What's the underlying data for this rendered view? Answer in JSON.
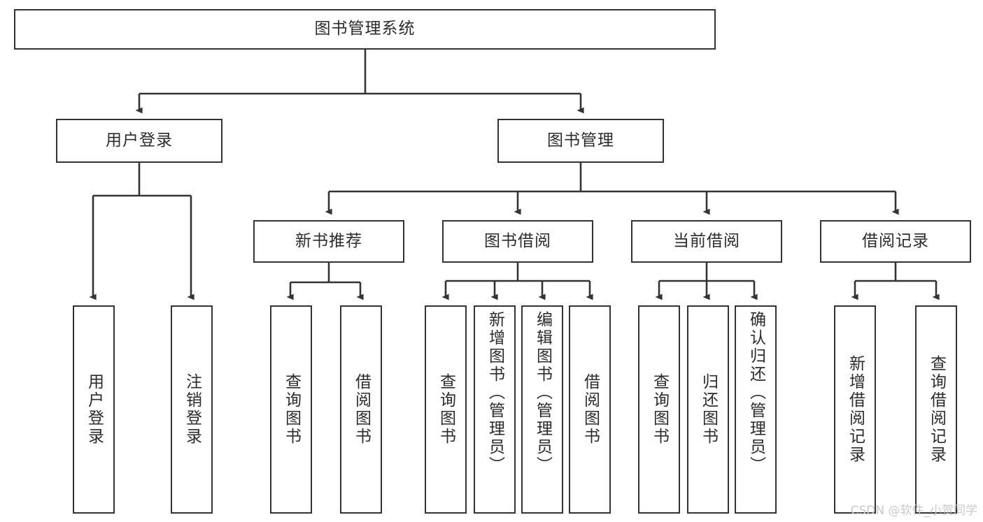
{
  "diagram": {
    "title": "图书管理系统",
    "type": "hierarchy-tree",
    "edge_color": "#333333",
    "box_border_color": "#333333",
    "box_fill_color": "#ffffff",
    "text_color": "#2b2b2b",
    "background_color": "#ffffff"
  },
  "nodes": {
    "root": {
      "label": "图书管理系统"
    },
    "level2": [
      {
        "label": "用户登录"
      },
      {
        "label": "图书管理"
      }
    ],
    "level3": [
      {
        "label": "新书推荐"
      },
      {
        "label": "图书借阅"
      },
      {
        "label": "当前借阅"
      },
      {
        "label": "借阅记录"
      }
    ],
    "leaves": {
      "user_login": [
        {
          "label": "用户登录"
        },
        {
          "label": "注销登录"
        }
      ],
      "new_book_recommend": [
        {
          "label": "查询图书"
        },
        {
          "label": "借阅图书"
        }
      ],
      "book_borrow": [
        {
          "label": "查询图书"
        },
        {
          "label": "新增图书（管理员）"
        },
        {
          "label": "编辑图书（管理员）"
        },
        {
          "label": "借阅图书"
        }
      ],
      "current_borrow": [
        {
          "label": "查询图书"
        },
        {
          "label": "归还图书"
        },
        {
          "label": "确认归还（管理员）"
        }
      ],
      "borrow_record": [
        {
          "label": "新增借阅记录"
        },
        {
          "label": "查询借阅记录"
        }
      ]
    }
  },
  "watermark": {
    "text": "CSDN @软件_小贺同学"
  }
}
